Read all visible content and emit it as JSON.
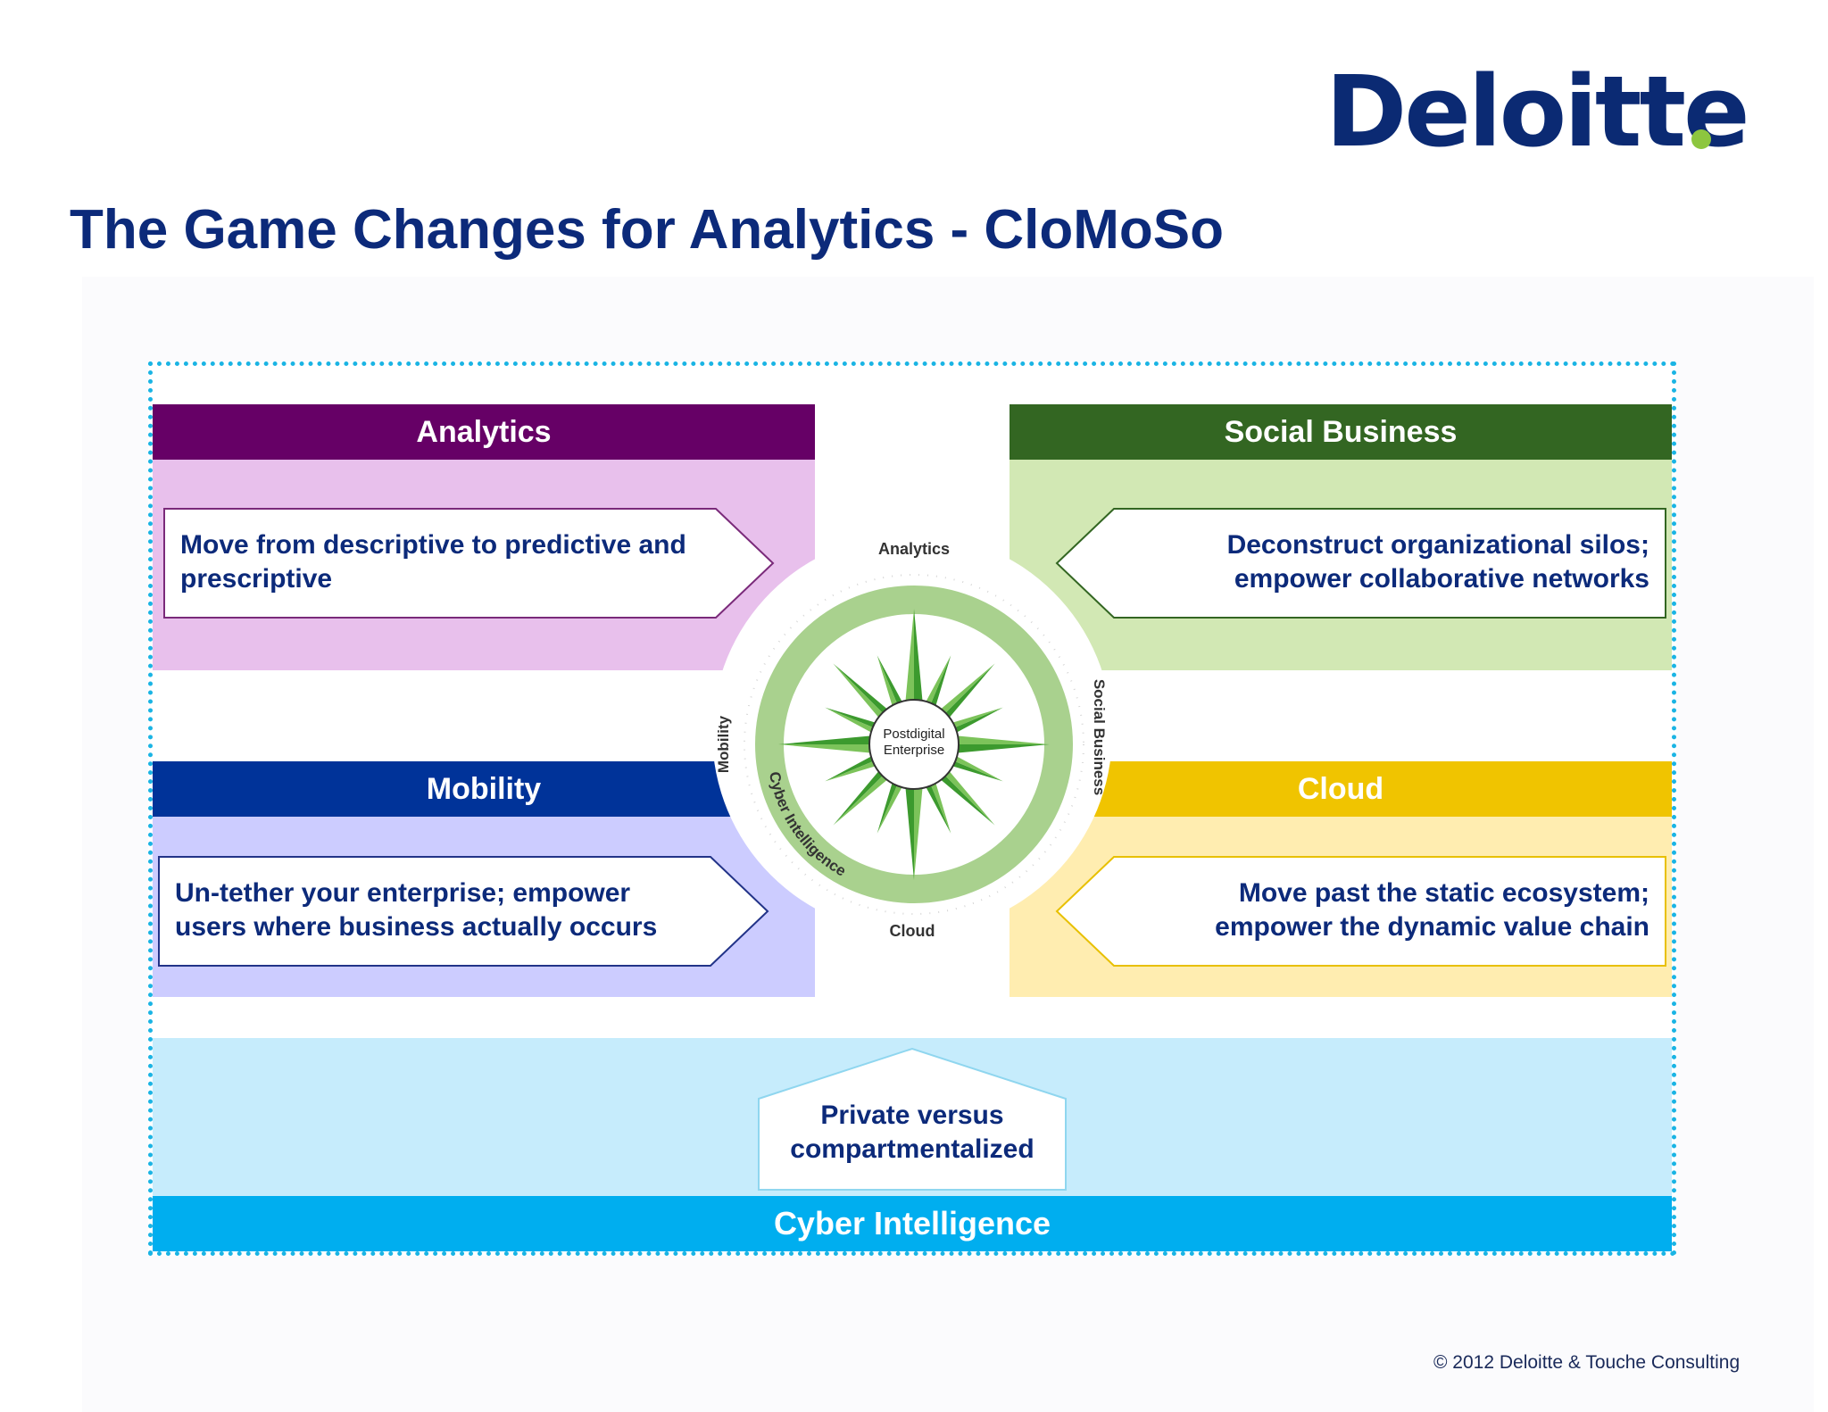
{
  "logo": {
    "text": "Deloitte",
    "dot_color": "#8dc63f"
  },
  "title": "The Game Changes for Analytics - CloMoSo",
  "quadrants": {
    "analytics": {
      "heading": "Analytics",
      "text_line1": "Move from descriptive to predictive and",
      "text_line2": "prescriptive",
      "head_color": "#660066",
      "fill_color": "#e8c0ec"
    },
    "social": {
      "heading": "Social Business",
      "text_line1": "Deconstruct organizational silos;",
      "text_line2": "empower collaborative networks",
      "head_color": "#336622",
      "fill_color": "#d2e8b4"
    },
    "mobility": {
      "heading": "Mobility",
      "text_line1": "Un-tether your enterprise; empower",
      "text_line2": "users where business actually occurs",
      "head_color": "#003399",
      "fill_color": "#ccccff"
    },
    "cloud": {
      "heading": "Cloud",
      "text_line1": "Move past the static ecosystem;",
      "text_line2": "empower the dynamic value chain",
      "head_color": "#f0c400",
      "fill_color": "#ffedb0"
    }
  },
  "cyber": {
    "heading": "Cyber Intelligence",
    "text_line1": "Private versus",
    "text_line2": "compartmentalized",
    "head_color": "#00aeef",
    "fill_color": "#c6ecfc"
  },
  "compass": {
    "center_line1": "Postdigital",
    "center_line2": "Enterprise",
    "label_top": "Analytics",
    "label_right": "Social Business",
    "label_bottom": "Cloud",
    "label_left": "Mobility",
    "label_arc": "Cyber Intelligence"
  },
  "copyright": "© 2012 Deloitte & Touche Consulting"
}
